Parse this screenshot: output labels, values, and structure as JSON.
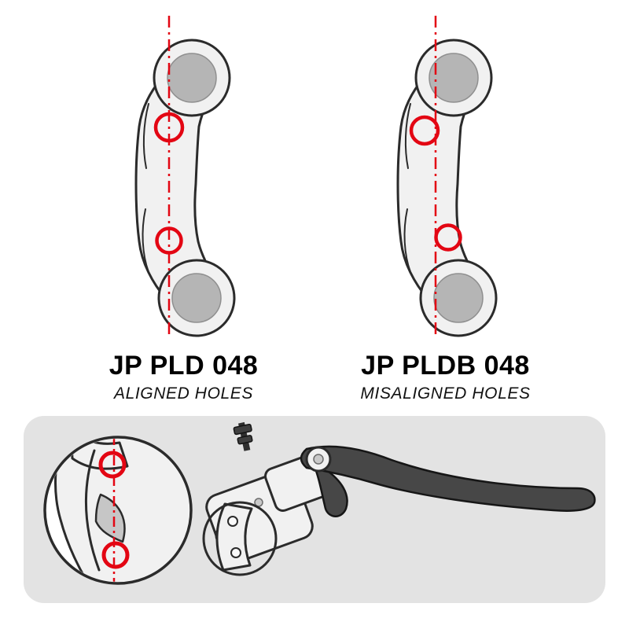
{
  "products": {
    "left": {
      "title": "JP PLD 048",
      "subtitle": "ALIGNED HOLES"
    },
    "right": {
      "title": "JP PLDB 048",
      "subtitle": "MISALIGNED HOLES"
    }
  },
  "colors": {
    "accent_red": "#e30613",
    "panel_gray": "#e3e3e3",
    "boss_gray": "#b5b5b5",
    "lever_dark": "#474747",
    "outline": "#2b2b2b"
  }
}
